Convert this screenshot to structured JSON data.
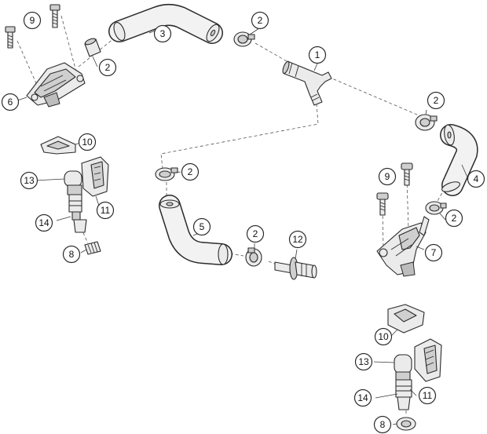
{
  "callouts": [
    {
      "id": "c1",
      "label": "1"
    },
    {
      "id": "c2a",
      "label": "2"
    },
    {
      "id": "c2b",
      "label": "2"
    },
    {
      "id": "c2c",
      "label": "2"
    },
    {
      "id": "c2d",
      "label": "2"
    },
    {
      "id": "c2e",
      "label": "2"
    },
    {
      "id": "c2f",
      "label": "2"
    },
    {
      "id": "c3",
      "label": "3"
    },
    {
      "id": "c4",
      "label": "4"
    },
    {
      "id": "c5",
      "label": "5"
    },
    {
      "id": "c6",
      "label": "6"
    },
    {
      "id": "c7",
      "label": "7"
    },
    {
      "id": "c8a",
      "label": "8"
    },
    {
      "id": "c8b",
      "label": "8"
    },
    {
      "id": "c9a",
      "label": "9"
    },
    {
      "id": "c9b",
      "label": "9"
    },
    {
      "id": "c10a",
      "label": "10"
    },
    {
      "id": "c10b",
      "label": "10"
    },
    {
      "id": "c11a",
      "label": "11"
    },
    {
      "id": "c11b",
      "label": "11"
    },
    {
      "id": "c12",
      "label": "12"
    },
    {
      "id": "c13a",
      "label": "13"
    },
    {
      "id": "c13b",
      "label": "13"
    },
    {
      "id": "c14a",
      "label": "14"
    },
    {
      "id": "c14b",
      "label": "14"
    }
  ]
}
